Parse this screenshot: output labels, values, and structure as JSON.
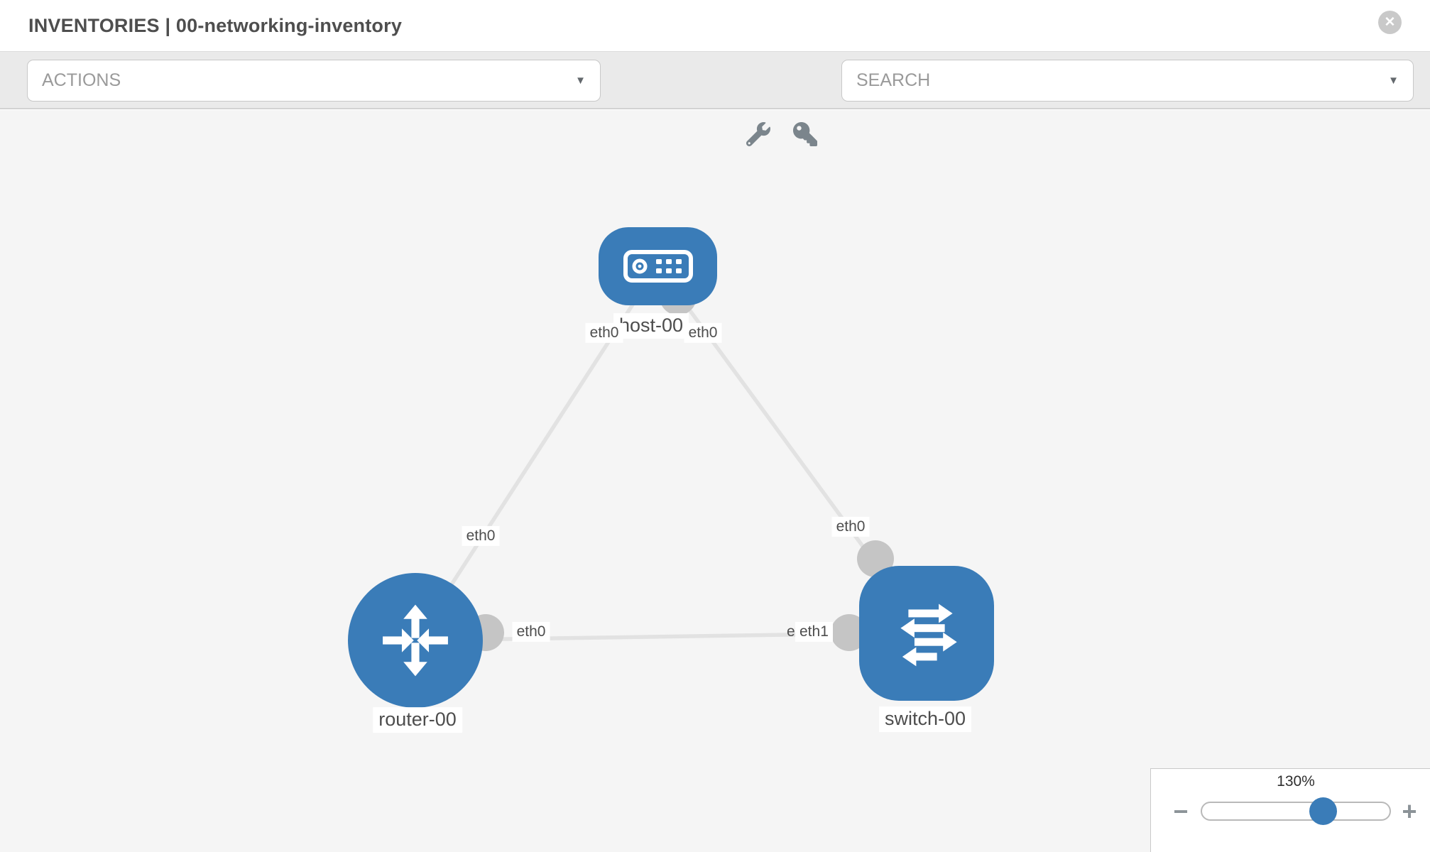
{
  "header": {
    "title": "INVENTORIES | 00-networking-inventory"
  },
  "toolbar": {
    "actions_label": "ACTIONS",
    "search_label": "SEARCH"
  },
  "icons": {
    "close": "✕",
    "caret_down": "▼",
    "wrench": "wrench-icon",
    "key": "key-icon"
  },
  "topology": {
    "nodes": {
      "host": {
        "label": "host-00",
        "type": "host"
      },
      "router": {
        "label": "router-00",
        "type": "router"
      },
      "switch": {
        "label": "switch-00",
        "type": "switch"
      }
    },
    "interfaces": {
      "host_to_router": "eth0",
      "host_to_switch": "eth0",
      "router_to_host": "eth0",
      "switch_to_host": "eth0",
      "router_to_switch": "eth0",
      "switch_to_router_overlapped": "eth0",
      "switch_to_router": "eth1"
    },
    "links": [
      {
        "from": "host-00",
        "from_if": "eth0",
        "to": "router-00",
        "to_if": "eth0"
      },
      {
        "from": "host-00",
        "from_if": "eth0",
        "to": "switch-00",
        "to_if": "eth0"
      },
      {
        "from": "router-00",
        "from_if": "eth0",
        "to": "switch-00",
        "to_if": "eth1"
      }
    ]
  },
  "zoom_control": {
    "level": "130%",
    "minus_label": "−",
    "plus_label": "+"
  },
  "colors": {
    "node_fill": "#3a7cb8",
    "link": "#e2e2e2",
    "interface_dot": "#c5c5c5",
    "canvas_bg": "#f5f5f5",
    "toolbar_bg": "#eaeaea"
  }
}
